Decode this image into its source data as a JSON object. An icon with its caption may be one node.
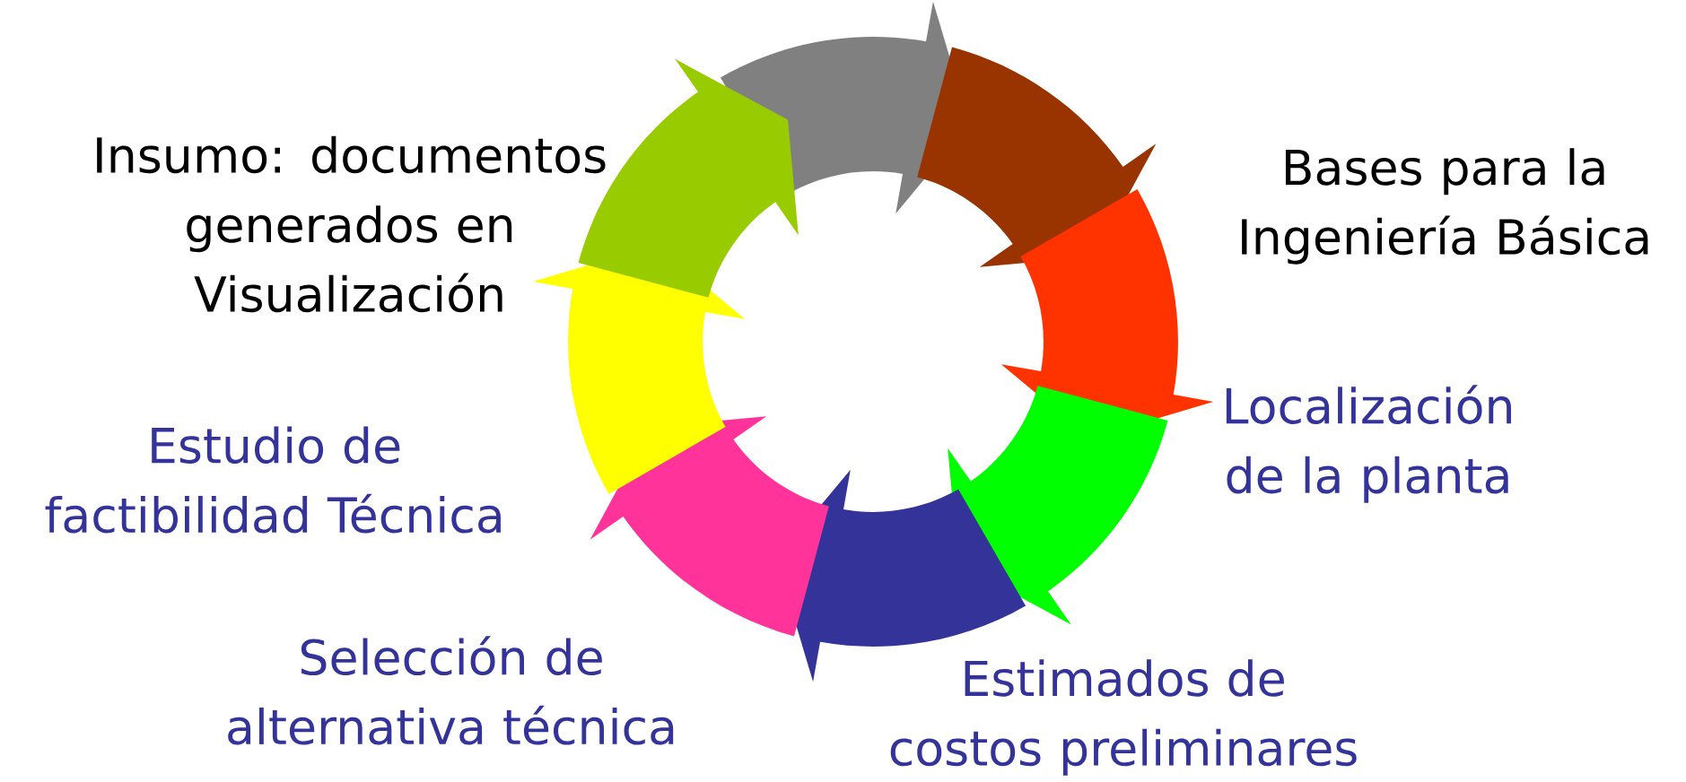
{
  "diagram": {
    "labels": [
      "Insumo: documentos generados en Visualización",
      "Bases para la Ingeniería Básica",
      "Localización de la planta",
      "Estimados de costos preliminares",
      "Selección de alternativa técnica",
      "Estudio de factibilidad Técnica"
    ]
  }
}
